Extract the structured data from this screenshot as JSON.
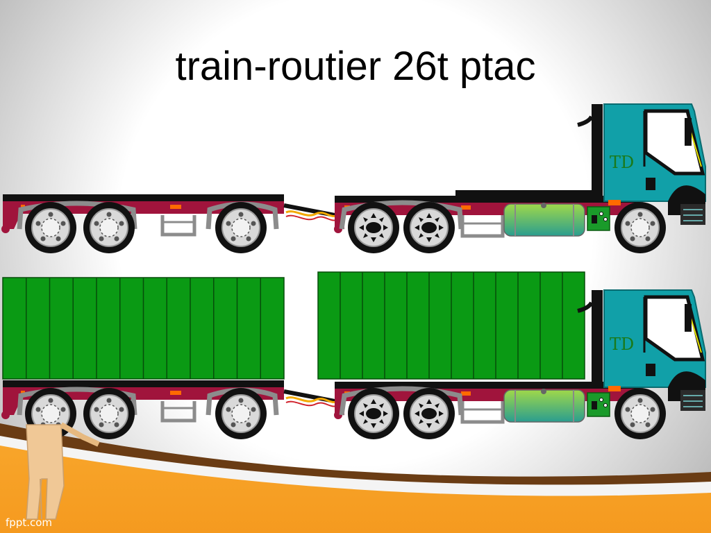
{
  "slide": {
    "title": "train-routier 26t ptac",
    "footer": "fppt.com"
  },
  "trucks": [
    {
      "id": "empty",
      "cab_label": "TD",
      "loaded": false
    },
    {
      "id": "loaded",
      "cab_label": "TD",
      "loaded": true
    }
  ],
  "colors": {
    "chassis": "#a0143c",
    "cab": "#11a0a8",
    "container": "#0a9a14",
    "fender": "#8c8c8c",
    "tire": "#111111",
    "fuel_tank_top": "#9fd84a",
    "fuel_tank_bottom": "#2a9d8f",
    "floor_orange": "#f8a52a",
    "floor_brown": "#6a3c14",
    "label_green": "#1a7a1a"
  }
}
